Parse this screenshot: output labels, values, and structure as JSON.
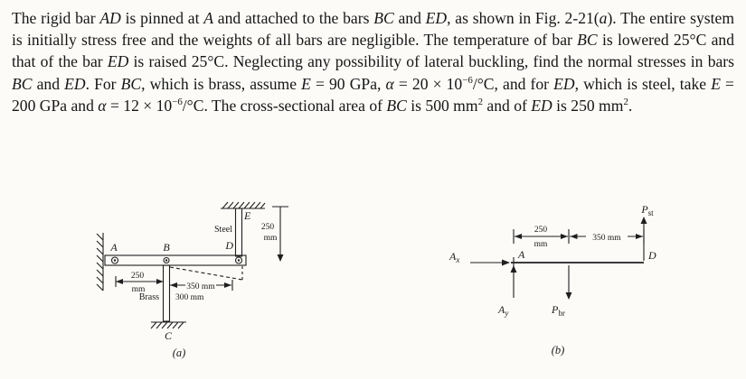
{
  "page": {
    "background": "#fcfbf8",
    "ink": "#1b1b1b"
  },
  "problem": {
    "runs": [
      {
        "t": "The rigid bar "
      },
      {
        "t": "AD",
        "s": "i"
      },
      {
        "t": " is pinned at "
      },
      {
        "t": "A",
        "s": "i"
      },
      {
        "t": " and attached to the bars "
      },
      {
        "t": "BC",
        "s": "i"
      },
      {
        "t": " and "
      },
      {
        "t": "ED",
        "s": "i"
      },
      {
        "t": ", as shown in Fig. 2-21("
      },
      {
        "t": "a",
        "s": "i"
      },
      {
        "t": "). The entire system is initially stress free and the weights of all bars are negligible. The temperature of bar "
      },
      {
        "t": "BC",
        "s": "i"
      },
      {
        "t": " is lowered 25°C and that of the bar "
      },
      {
        "t": "ED",
        "s": "i"
      },
      {
        "t": " is raised 25°C. Neglecting any possibility of lateral buckling, find the normal stresses in bars "
      },
      {
        "t": "BC",
        "s": "i"
      },
      {
        "t": " and "
      },
      {
        "t": "ED",
        "s": "i"
      },
      {
        "t": ". For "
      },
      {
        "t": "BC",
        "s": "i"
      },
      {
        "t": ", which is brass, assume "
      },
      {
        "t": "E",
        "s": "i"
      },
      {
        "t": " = 90 GPa, "
      },
      {
        "t": "α",
        "s": "i"
      },
      {
        "t": " = 20 × 10"
      },
      {
        "t": "−6",
        "s": "sup"
      },
      {
        "t": "/°C, and for "
      },
      {
        "t": "ED",
        "s": "i"
      },
      {
        "t": ", which is steel, take "
      },
      {
        "t": "E",
        "s": "i"
      },
      {
        "t": " = 200 GPa and "
      },
      {
        "t": "α",
        "s": "i"
      },
      {
        "t": " = 12 × 10"
      },
      {
        "t": "−6",
        "s": "sup"
      },
      {
        "t": "/°C. The cross-sectional area of "
      },
      {
        "t": "BC",
        "s": "i"
      },
      {
        "t": " is 500 mm"
      },
      {
        "t": "2",
        "s": "sup"
      },
      {
        "t": " and of "
      },
      {
        "t": "ED",
        "s": "i"
      },
      {
        "t": " is 250 mm"
      },
      {
        "t": "2",
        "s": "sup"
      },
      {
        "t": "."
      }
    ]
  },
  "fig_a": {
    "point_e": "E",
    "steel": "Steel",
    "point_d": "D",
    "dim_ed_value": "250",
    "dim_ed_unit": "mm",
    "point_a": "A",
    "point_b": "B",
    "dim_ab_value": "250",
    "dim_ab_unit": "mm",
    "dim_bd": "350 mm",
    "brass": "Brass",
    "dim_bc": "300 mm",
    "point_c": "C",
    "caption": "(a)"
  },
  "fig_b": {
    "p_st_main": "P",
    "p_st_sub": "st",
    "dim_ab_value": "250",
    "dim_ab_unit": "mm",
    "dim_bd": "350 mm",
    "a_x_main": "A",
    "a_x_sub": "x",
    "point_a": "A",
    "point_d": "D",
    "a_y_main": "A",
    "a_y_sub": "y",
    "p_br_main": "P",
    "p_br_sub": "br",
    "caption": "(b)"
  }
}
